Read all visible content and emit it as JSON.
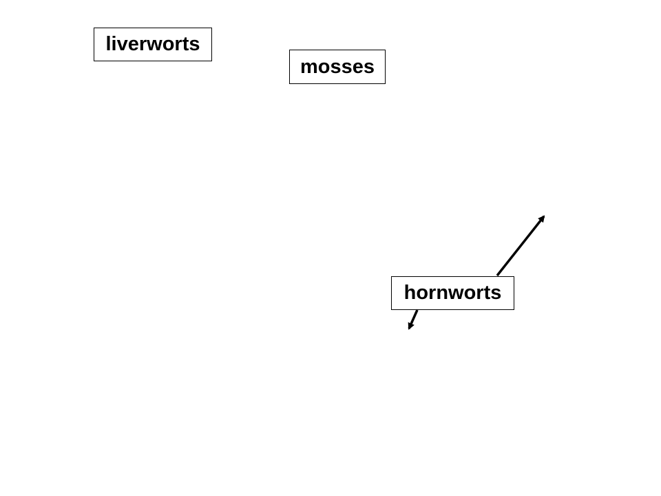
{
  "labels": {
    "liverworts": "liverworts",
    "mosses": "mosses",
    "hornworts": "hornworts"
  },
  "colors": {
    "background": "#ffffff",
    "text": "#000000",
    "stroke": "#000000"
  }
}
